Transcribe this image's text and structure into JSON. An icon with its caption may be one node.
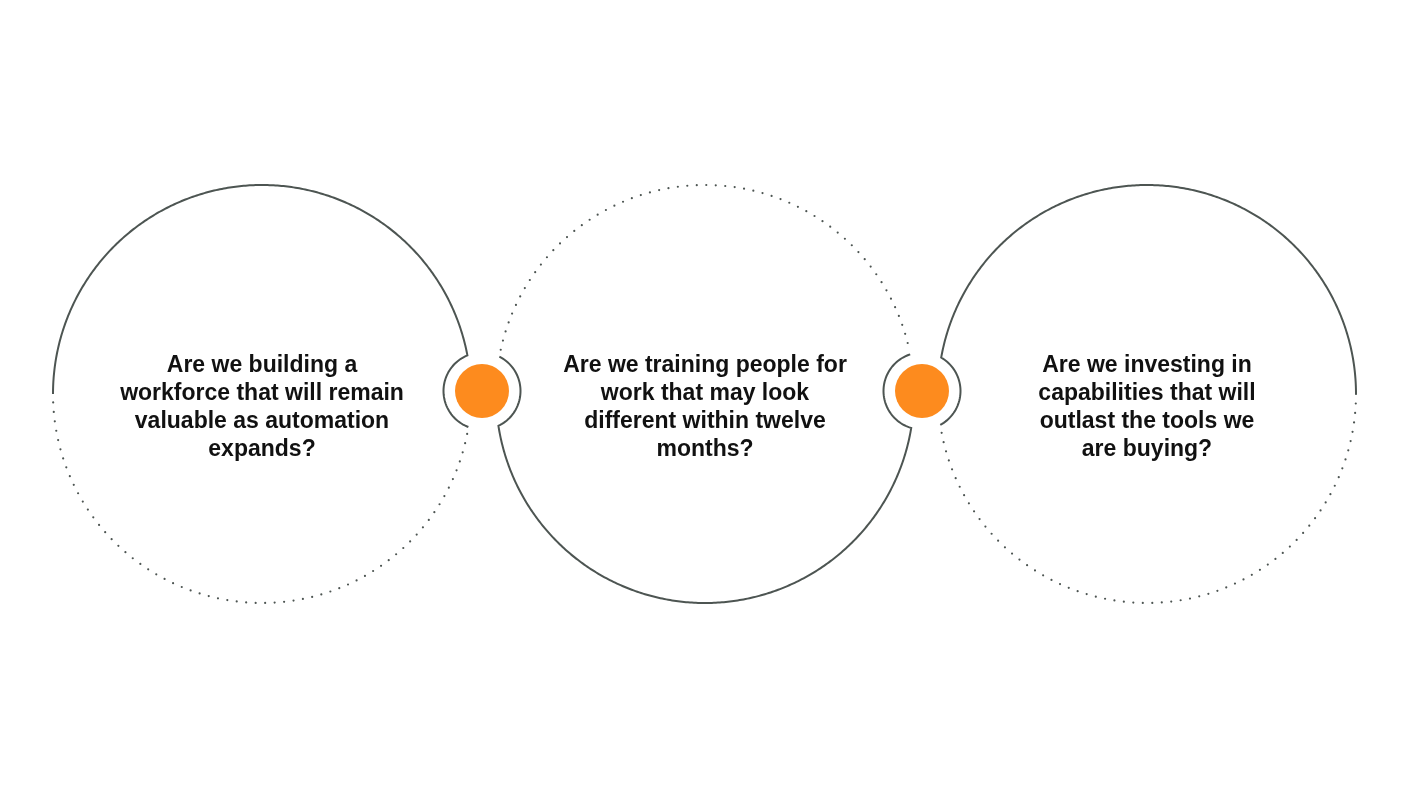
{
  "diagram": {
    "nodes": [
      {
        "text": [
          "Are we building a workforce that will remain valuable as automation expands?"
        ]
      },
      {
        "text": [],
        "shape": "circle"
      },
      {
        "text": [
          "Are we training people for work that may look different within twelve months?"
        ]
      },
      {
        "text": [],
        "shape": "circle"
      },
      {
        "text": [
          "Are we investing in capabilities that will outlast the tools we are buying?"
        ]
      }
    ]
  }
}
